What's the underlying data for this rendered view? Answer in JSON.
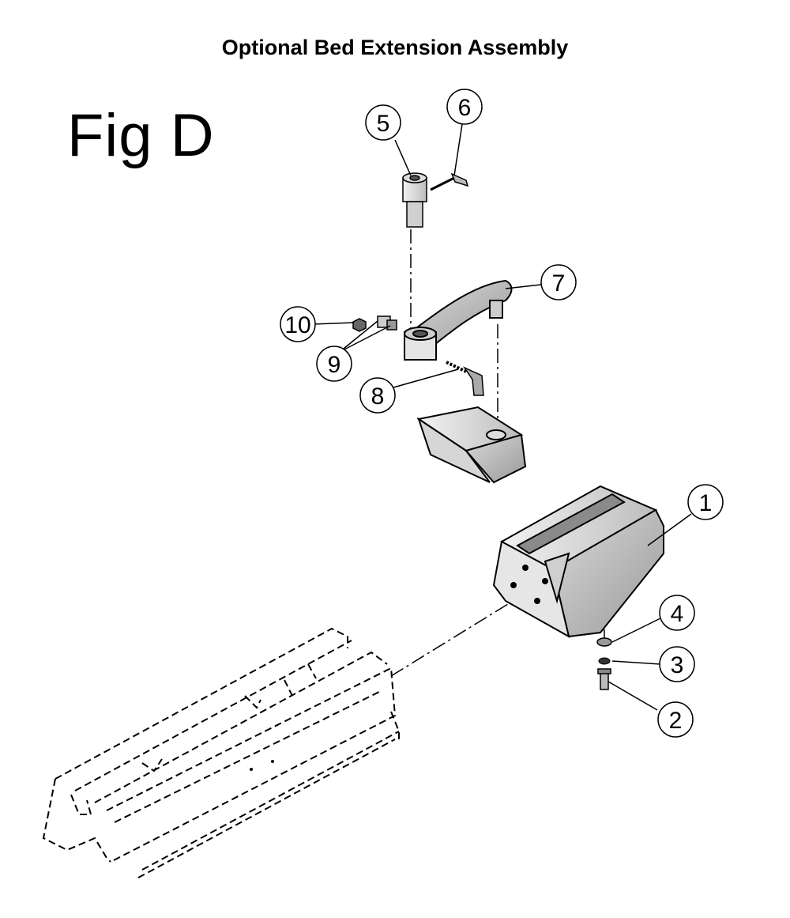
{
  "title": "Optional Bed Extension Assembly",
  "figure_label": "Fig D",
  "callouts": [
    {
      "id": "1",
      "label": "1"
    },
    {
      "id": "2",
      "label": "2"
    },
    {
      "id": "3",
      "label": "3"
    },
    {
      "id": "4",
      "label": "4"
    },
    {
      "id": "5",
      "label": "5"
    },
    {
      "id": "6",
      "label": "6"
    },
    {
      "id": "7",
      "label": "7"
    },
    {
      "id": "8",
      "label": "8"
    },
    {
      "id": "9",
      "label": "9"
    },
    {
      "id": "10",
      "label": "10"
    }
  ]
}
